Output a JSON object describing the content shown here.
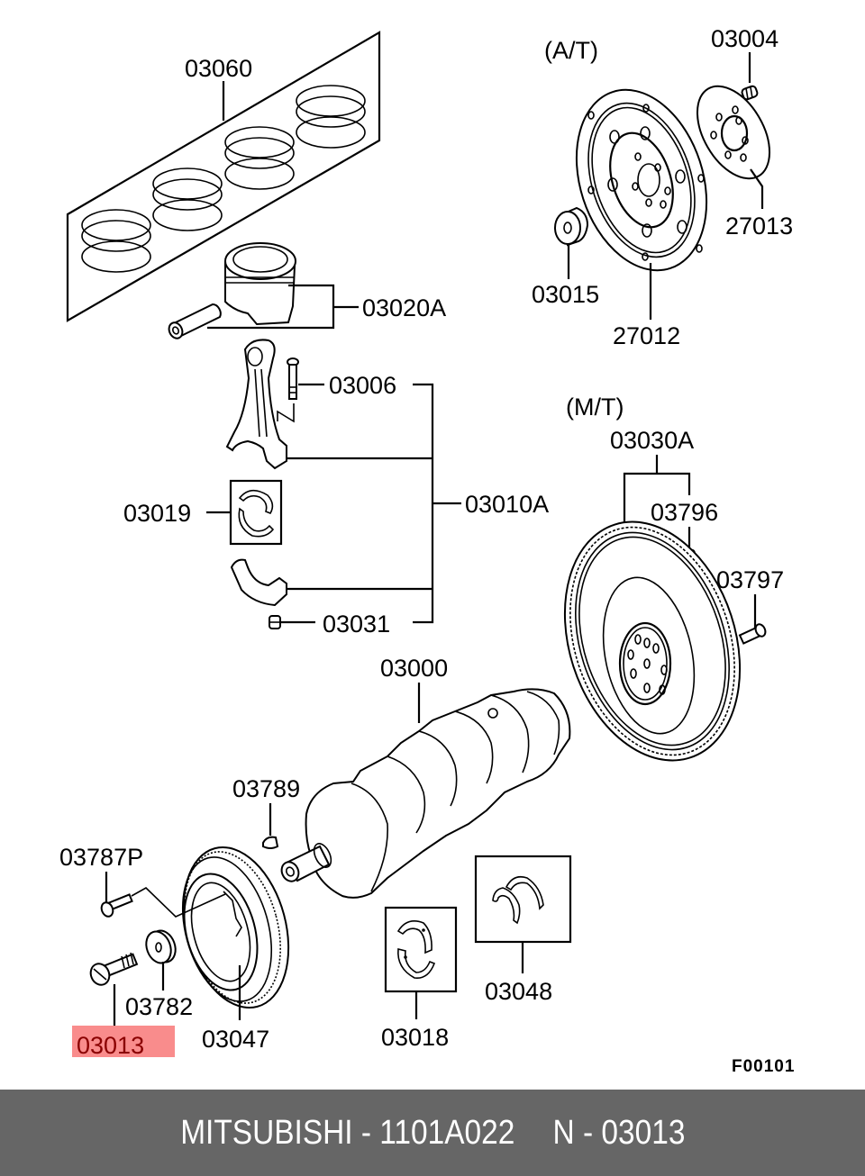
{
  "diagram": {
    "labels": {
      "piston_rings": "03060",
      "piston": "03020A",
      "conrod_bolt": "03006",
      "conrod_bearing": "03019",
      "conrod_assy": "03010A",
      "conrod_nut": "03031",
      "at_section": "(A/T)",
      "bolt_03004": "03004",
      "plate_27013": "27013",
      "spacer_03015": "03015",
      "drive_plate": "27012",
      "mt_section": "(M/T)",
      "flywheel_assy": "03030A",
      "pin_03796": "03796",
      "bolt_03797": "03797",
      "crankshaft": "03000",
      "key_03789": "03789",
      "bolt_03787p": "03787P",
      "washer_03782": "03782",
      "pulley_bolt": "03013",
      "damper_pulley": "03047",
      "main_bearing": "03018",
      "thrust_bearing": "03048",
      "figure_code": "F00101"
    },
    "highlight": {
      "part": "03013",
      "color": "#f98c8c",
      "text_color": "#8a0000"
    }
  },
  "footer": {
    "brand": "MITSUBISHI",
    "separator": "-",
    "part_number": "1101A022",
    "ref_prefix": "N",
    "ref_number": "03013",
    "background": "#666666"
  }
}
